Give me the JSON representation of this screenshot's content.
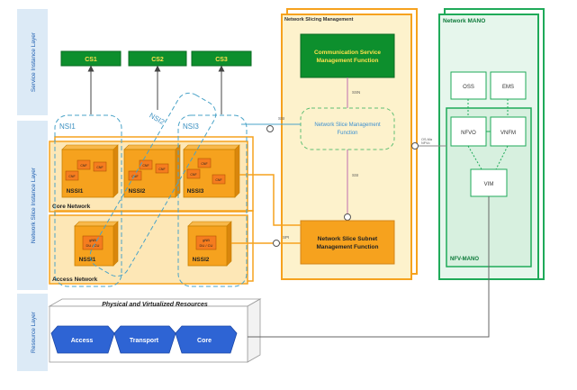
{
  "layers": {
    "service_instance": "Service Instance Layer",
    "network_slice_instance": "Network Slice Instance Layer",
    "resource": "Resource Layer"
  },
  "communication_services": [
    "CS1",
    "CS2",
    "CS3"
  ],
  "nsi_labels": [
    "NSI1",
    "NSI2",
    "NSI3"
  ],
  "core_network": {
    "label": "Core Network",
    "nssis": [
      {
        "name": "NSSI1",
        "cnf": [
          "CNF",
          "CNF",
          "CNF"
        ]
      },
      {
        "name": "NSSI2",
        "cnf": [
          "CNF",
          "CNF",
          "CNF"
        ]
      },
      {
        "name": "NSSI3",
        "cnf": [
          "CNF",
          "CNF",
          "CNF"
        ]
      }
    ]
  },
  "access_network": {
    "label": "Access Network",
    "nssis": [
      {
        "name": "NSSI1",
        "gnb_line1": "gNB",
        "gnb_line2": "DU / CU"
      },
      {
        "name": "NSSI2",
        "gnb_line1": "gNB",
        "gnb_line2": "DU / CU"
      }
    ]
  },
  "network_slicing_management": {
    "title": "Network Slicing Management",
    "csmf": [
      "Communication Service",
      "Management Function"
    ],
    "nsmf": [
      "Network Slice Management",
      "Function"
    ],
    "nssmf": [
      "Network Slice Subnet",
      "Management Function"
    ],
    "if_csmf_nsmf": "SSN",
    "if_nsmf_nssmf": "SSI",
    "if_nsi": "SSI",
    "if_nssi": "SPI"
  },
  "network_mano": {
    "title": "Network MANO",
    "oss": "OSS",
    "ems": "EMS",
    "nfvo": "NFVO",
    "vnfm": "VNFM",
    "vim": "VIM",
    "nfv_mano": "NFV-MANO",
    "interface": [
      "OS-Ma",
      "NFVo"
    ]
  },
  "resources": {
    "title": "Physical and Virtualized Resources",
    "items": [
      "Access",
      "Transport",
      "Core"
    ]
  },
  "colors": {
    "green_box": "#0d8f2d",
    "orange": "#f6a21e",
    "orange_fill": "#fde7b6",
    "yellow_panel": "#fdf2cc",
    "mano_green": "#1faa59",
    "mano_fill": "#e6f6ec",
    "layer_blue": "#dceaf6",
    "resource_blue": "#2e64d4"
  }
}
